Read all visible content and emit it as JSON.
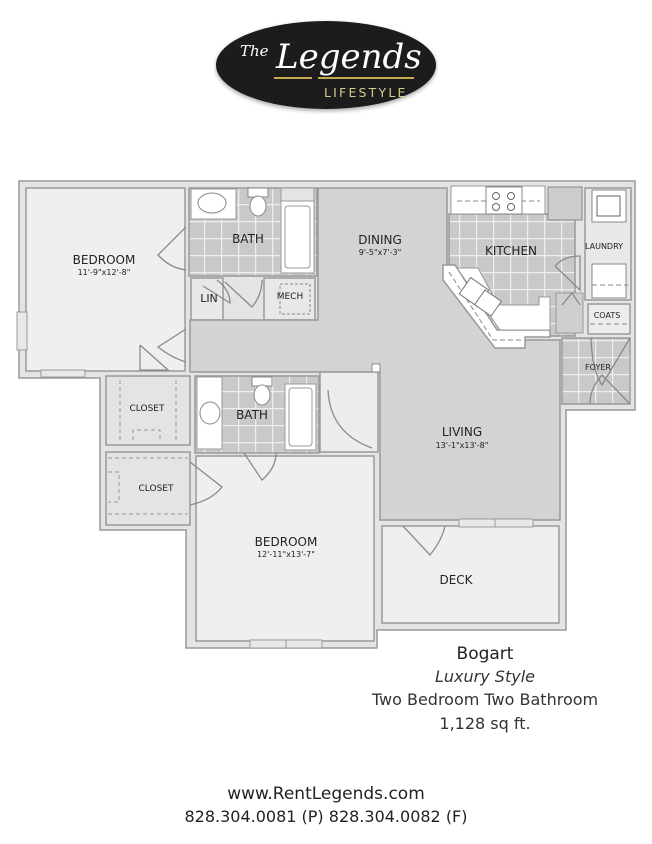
{
  "logo": {
    "the": "The",
    "name": "Legends",
    "tagline": "LIFESTYLE",
    "bg_color": "#1a1a1a",
    "accent_color": "#c8a850"
  },
  "floorplan": {
    "rooms": [
      {
        "id": "bedroom1",
        "label": "BEDROOM",
        "dims": "11'-9\"x12'-8\""
      },
      {
        "id": "bath1",
        "label": "BATH",
        "dims": ""
      },
      {
        "id": "lin",
        "label": "LIN",
        "dims": ""
      },
      {
        "id": "mech",
        "label": "MECH",
        "dims": ""
      },
      {
        "id": "dining",
        "label": "DINING",
        "dims": "9'-5\"x7'-3\""
      },
      {
        "id": "kitchen",
        "label": "KITCHEN",
        "dims": ""
      },
      {
        "id": "laundry",
        "label": "LAUNDRY",
        "dims": ""
      },
      {
        "id": "coats",
        "label": "COATS",
        "dims": ""
      },
      {
        "id": "foyer",
        "label": "FOYER",
        "dims": ""
      },
      {
        "id": "closet1",
        "label": "CLOSET",
        "dims": ""
      },
      {
        "id": "bath2",
        "label": "BATH",
        "dims": ""
      },
      {
        "id": "closet2",
        "label": "CLOSET",
        "dims": ""
      },
      {
        "id": "living",
        "label": "LIVING",
        "dims": "13'-1\"x13'-8\""
      },
      {
        "id": "bedroom2",
        "label": "BEDROOM",
        "dims": "12'-11\"x13'-7\""
      },
      {
        "id": "deck",
        "label": "DECK",
        "dims": ""
      }
    ],
    "colors": {
      "wall": "#9a9a9a",
      "wall_fill": "#e6e6e6",
      "carpet": "#efefef",
      "hard_floor": "#d4d4d4",
      "tile": "#c8c8c8",
      "tile_line": "#eeeeee",
      "fixture": "#ffffff"
    }
  },
  "unit": {
    "name": "Bogart",
    "style": "Luxury Style",
    "description": "Two Bedroom Two Bathroom",
    "area": "1,128 sq ft."
  },
  "contact": {
    "website": "www.RentLegends.com",
    "phone": "828.304.0081 (P) 828.304.0082 (F)"
  }
}
